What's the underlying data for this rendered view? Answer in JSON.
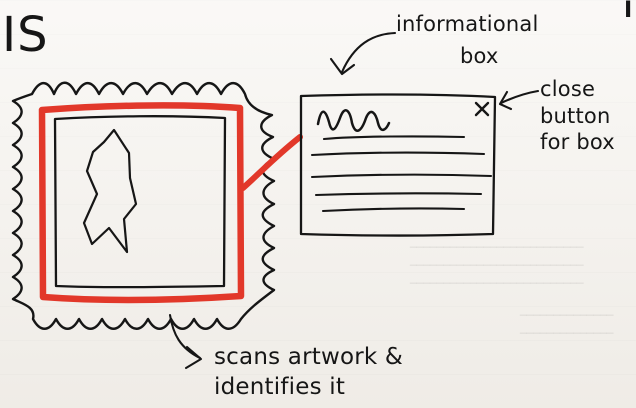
{
  "header": {
    "fragment": "IS",
    "right_fragment": "I"
  },
  "annotations": {
    "informational_box_line1": "informational",
    "informational_box_line2": "box",
    "close_button_line1": "close",
    "close_button_line2": "button",
    "close_button_line3": "for box",
    "scan_line1": "scans artwork &",
    "scan_line2": "identifies it"
  },
  "colors": {
    "ink": "#161616",
    "accent_red": "#e2382a"
  },
  "icons": {
    "close": "close-x-icon",
    "artwork": "artwork-silhouette-icon"
  }
}
